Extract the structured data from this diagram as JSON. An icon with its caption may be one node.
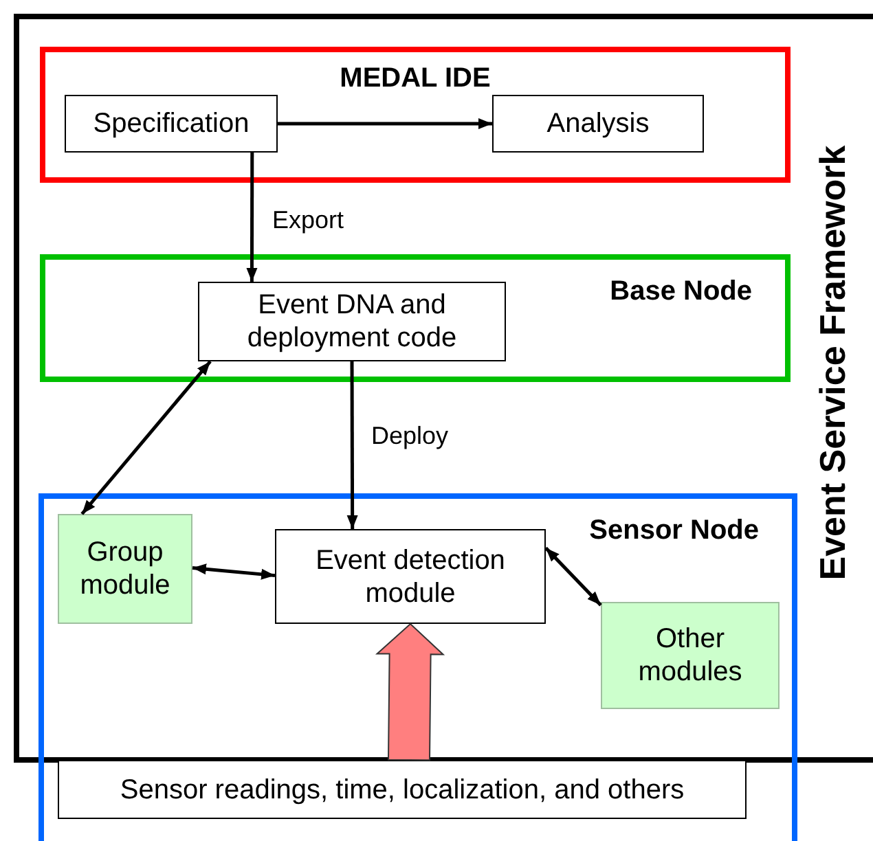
{
  "diagram": {
    "nodes": [
      {
        "text": [
          "Event Service Framework"
        ]
      },
      {
        "text": [
          "MEDAL IDE"
        ],
        "in": 0
      },
      {
        "text": [
          "Specification"
        ],
        "in": 1
      },
      {
        "text": [
          "Analysis"
        ],
        "in": 1
      },
      {
        "text": [
          "Base Node"
        ],
        "in": 0
      },
      {
        "text": [
          "Event DNA and deployment code"
        ],
        "in": 4
      },
      {
        "text": [
          "Sensor Node"
        ]
      },
      {
        "text": [
          "Group module"
        ]
      },
      {
        "text": [
          "Event detection module"
        ]
      },
      {
        "text": [
          "Other modules"
        ]
      },
      {
        "text": [
          "Sensor readings, time, localization, and others"
        ],
        "in": 6
      }
    ],
    "edges": [
      {
        "from": 2,
        "to": 3,
        "arrow": "to"
      },
      {
        "from": 2,
        "to": 5,
        "arrow": "to",
        "label": "Export"
      },
      {
        "from": 5,
        "to": 8,
        "arrow": "to",
        "label": "Deploy"
      },
      {
        "from": 5,
        "to": 7,
        "arrow": "both"
      },
      {
        "from": 7,
        "to": 8,
        "arrow": "both"
      },
      {
        "from": 8,
        "to": 9,
        "arrow": "both"
      },
      {
        "from": 10,
        "to": 8,
        "arrow": "to",
        "style": "thick",
        "color": "#ff7f7f"
      }
    ]
  }
}
